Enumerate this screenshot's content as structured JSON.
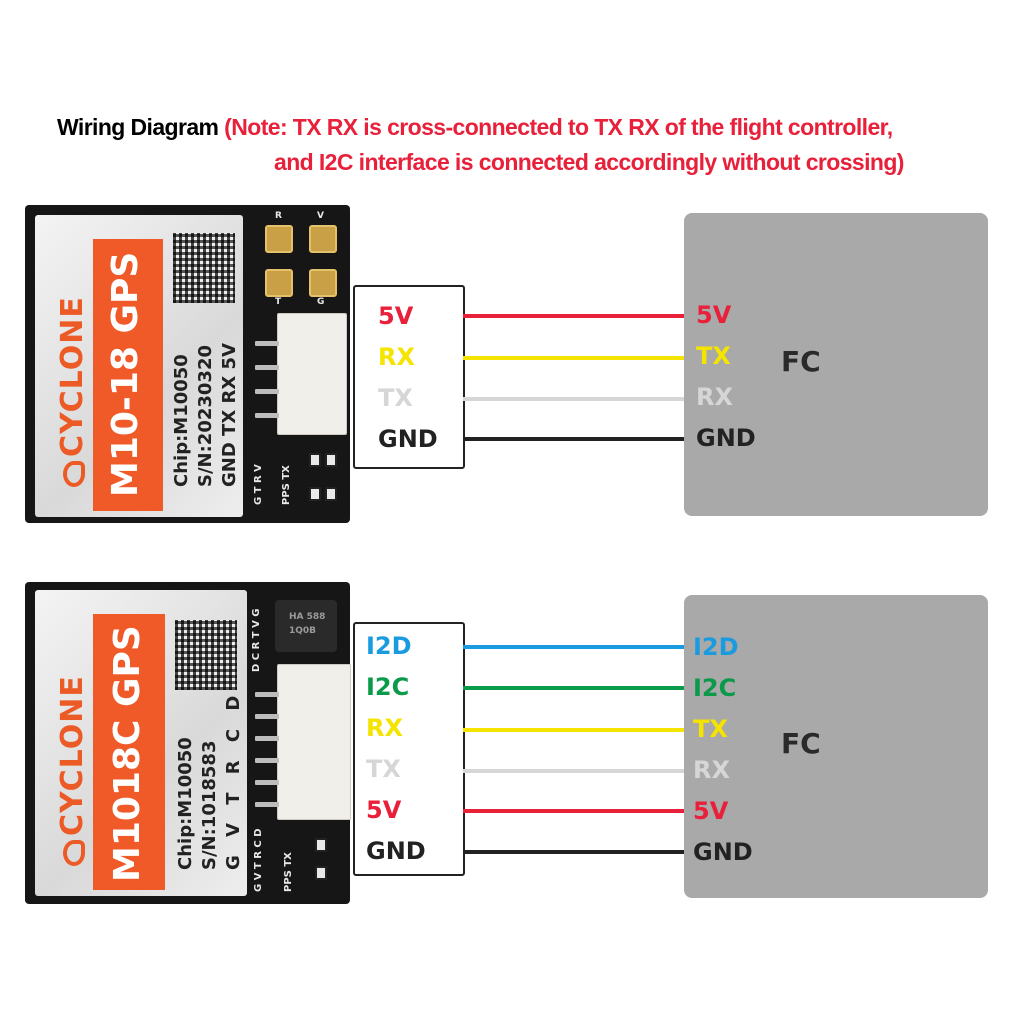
{
  "title": {
    "main": "Wiring Diagram",
    "note_line1": "(Note: TX RX is cross-connected to TX RX of the flight controller,",
    "note_line2": "and I2C interface is connected accordingly without crossing)"
  },
  "colors": {
    "red": "#e8203a",
    "yellow": "#f5e400",
    "light_gray": "#d6d6d6",
    "black": "#222222",
    "blue": "#1a9be0",
    "green": "#0a9a4a",
    "fc_gray": "#a9a9a9"
  },
  "gps1": {
    "brand": "CYCLONE",
    "model": "M10-18 GPS",
    "chip": "Chip:M10050",
    "sn": "S/N:20230320",
    "pinout": "GND TX RX 5V",
    "silk_pads_top": [
      "R",
      "V"
    ],
    "silk_pads_bottom": [
      "T",
      "G"
    ],
    "silk_bottom": "G T R V",
    "silk_pps": "PPS TX"
  },
  "gps2": {
    "brand": "CYCLONE",
    "model": "M1018C GPS",
    "chip": "Chip:M10050",
    "sn": "S/N:1018583",
    "pinout": "G V T R C D",
    "chip_marking_1": "HA 588",
    "chip_marking_2": "1Q0B",
    "silk_side": "D C R T V G",
    "silk_bottom": "G V T R C D",
    "silk_pps": "PPS TX"
  },
  "diagram1": {
    "gps_pins": [
      "5V",
      "RX",
      "TX",
      "GND"
    ],
    "fc_pins": [
      "5V",
      "TX",
      "RX",
      "GND"
    ],
    "fc_label": "FC"
  },
  "diagram2": {
    "gps_pins": [
      "I2D",
      "I2C",
      "RX",
      "TX",
      "5V",
      "GND"
    ],
    "fc_pins": [
      "I2D",
      "I2C",
      "TX",
      "RX",
      "5V",
      "GND"
    ],
    "fc_label": "FC"
  }
}
